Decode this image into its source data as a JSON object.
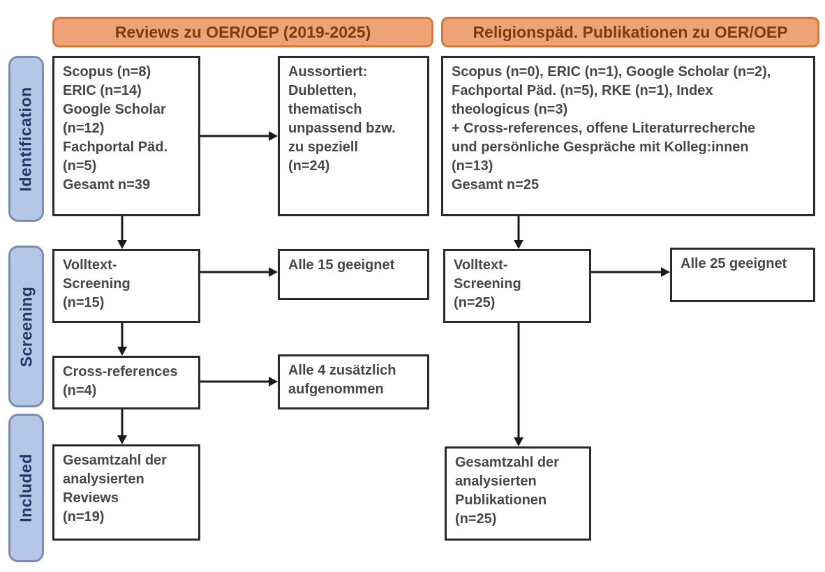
{
  "headers": [
    {
      "label": "Reviews zu OER/OEP (2019-2025)"
    },
    {
      "label": "Religionspäd. Publikationen zu OER/OEP"
    }
  ],
  "stages": [
    {
      "label": "Identification"
    },
    {
      "label": "Screening"
    },
    {
      "label": "Included"
    }
  ],
  "boxes": {
    "reviews_sources": {
      "text": "Scopus (n=8)\nERIC (n=14)\nGoogle Scholar\n(n=12)\nFachportal Päd.\n(n=5)\nGesamt n=39"
    },
    "reviews_excluded": {
      "text": "Aussortiert:\nDubletten,\nthematisch\nunpassend bzw.\nzu speziell\n(n=24)"
    },
    "reviews_fulltext": {
      "text": "Volltext-\nScreening\n(n=15)"
    },
    "reviews_fulltext_result": {
      "text": "Alle 15 geeignet"
    },
    "reviews_crossref": {
      "text": "Cross-references\n(n=4)"
    },
    "reviews_crossref_result": {
      "text": "Alle 4 zusätzlich\naufgenommen"
    },
    "reviews_included": {
      "text": "Gesamtzahl der\nanalysierten\nReviews\n(n=19)"
    },
    "relpaed_sources": {
      "text": "Scopus (n=0), ERIC (n=1), Google Scholar (n=2),\nFachportal Päd. (n=5), RKE (n=1), Index\ntheologicus (n=3)\n+ Cross-references, offene Literaturrecherche\nund persönliche Gespräche mit Kolleg:innen\n(n=13)\nGesamt n=25"
    },
    "relpaed_fulltext": {
      "text": "Volltext-\nScreening\n(n=25)"
    },
    "relpaed_fulltext_result": {
      "text": "Alle 25 geeignet"
    },
    "relpaed_included": {
      "text": "Gesamtzahl der\nanalysierten\nPublikationen\n(n=25)"
    }
  },
  "colors": {
    "header_fill": "#F0A277",
    "header_border": "#CE7842",
    "header_text": "#7E3A10",
    "stage_fill": "#B4C7E7",
    "stage_border": "#7C8EB0",
    "stage_text": "#1F3864",
    "box_border": "#2B2B2B",
    "box_text": "#474747",
    "arrow": "#1A1A1A",
    "bg": "#FFFFFF"
  }
}
